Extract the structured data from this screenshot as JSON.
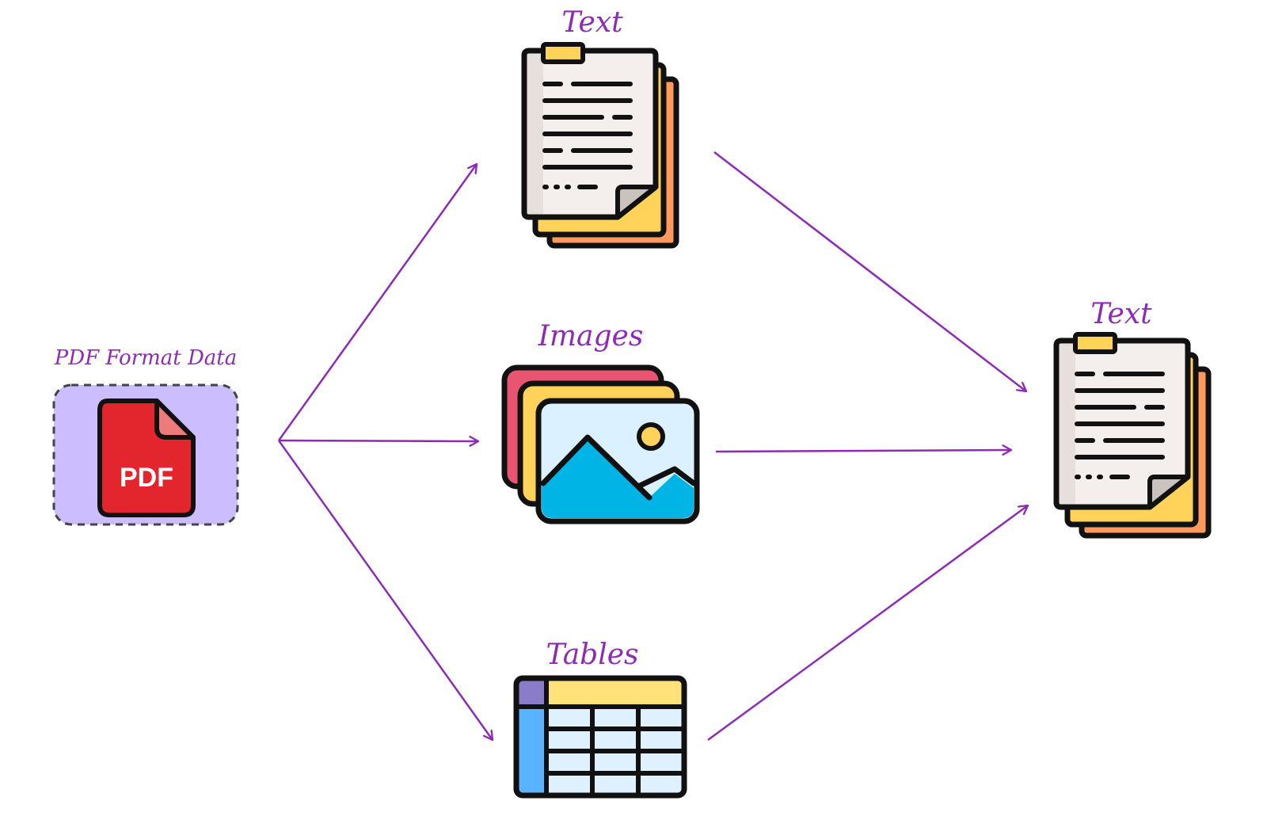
{
  "source_label": "PDF Format Data",
  "pdf_icon_text": "PDF",
  "middle_labels": {
    "text": "Text",
    "images": "Images",
    "tables": "Tables"
  },
  "output_label": "Text",
  "colors": {
    "accent": "#8e2bb5",
    "pdf_red": "#e3262d",
    "source_box_fill": "#ccbdff",
    "outline": "#111111",
    "paper": "#f4efec",
    "paper_shadow": "#e6dfdb",
    "paper_yellow": "#ffd35a",
    "paper_orange": "#ff9a5c",
    "clip_yellow": "#ffd35a",
    "image_sky": "#dcf1ff",
    "image_mountain": "#00b4e6",
    "image_sun": "#ffd35a",
    "image_back_pink": "#e95570",
    "table_header_yellow": "#ffe27a",
    "table_corner_purple": "#8b7cc8",
    "table_side_blue": "#5ab3ff",
    "table_cell": "#dff0ff"
  },
  "icons": {
    "source": "pdf-file-icon",
    "text": "document-stack-icon",
    "images": "image-stack-icon",
    "tables": "table-icon",
    "output": "document-stack-icon"
  }
}
